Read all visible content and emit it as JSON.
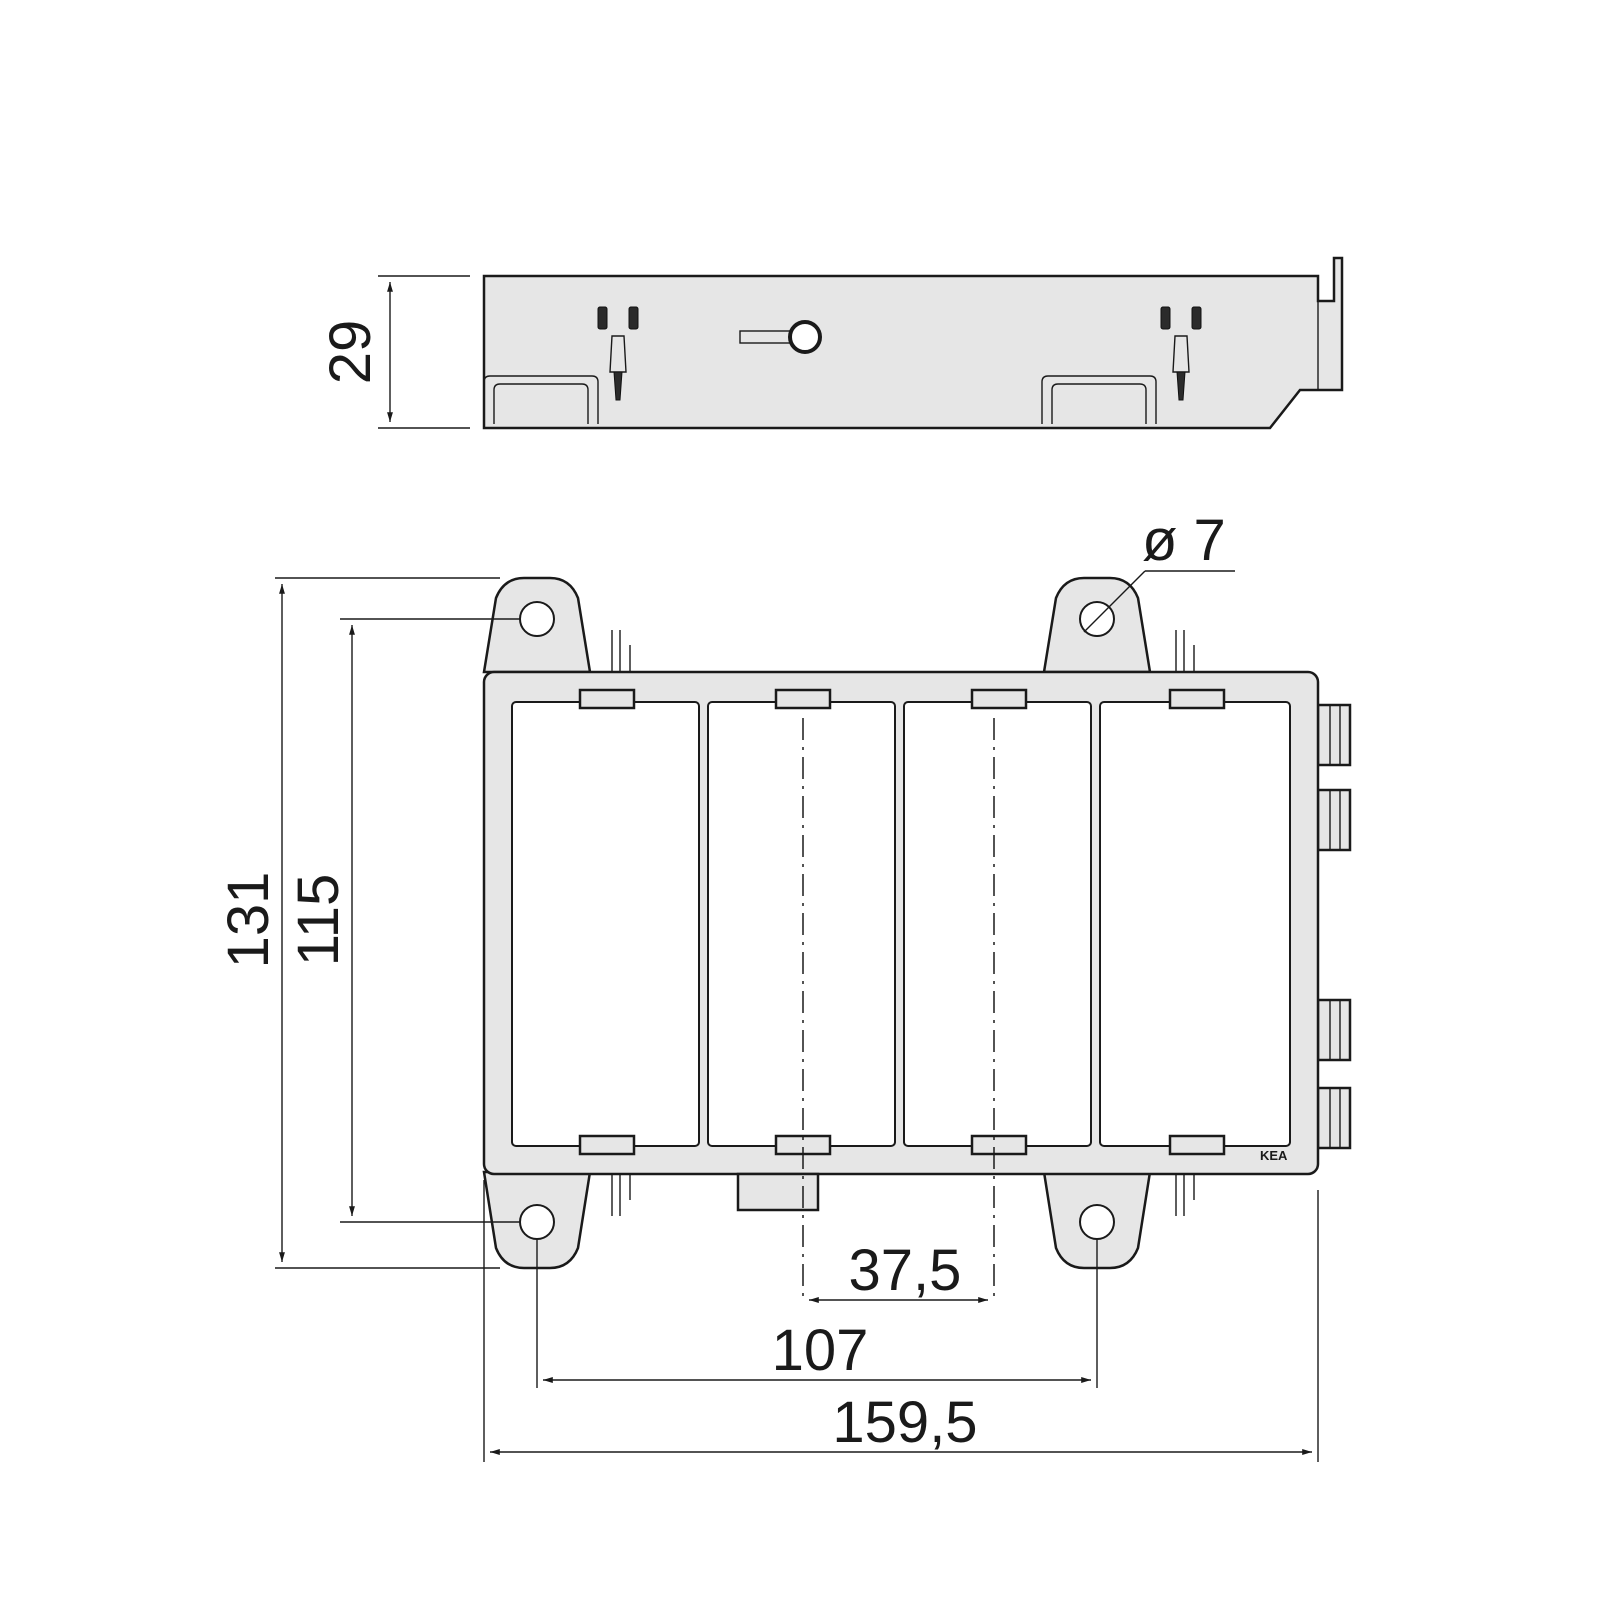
{
  "side_view": {
    "height_dim": "29"
  },
  "front_view": {
    "overall_height_dim": "131",
    "hole_spacing_v_dim": "115",
    "hole_diameter_dim": "ø 7",
    "module_spacing_dim": "37,5",
    "hole_spacing_h_dim": "107",
    "overall_width_dim": "159,5",
    "brand_mark": "KEA"
  },
  "colors": {
    "body_fill": "#e6e6e6",
    "outline": "#1a1a1a",
    "background": "#ffffff"
  }
}
